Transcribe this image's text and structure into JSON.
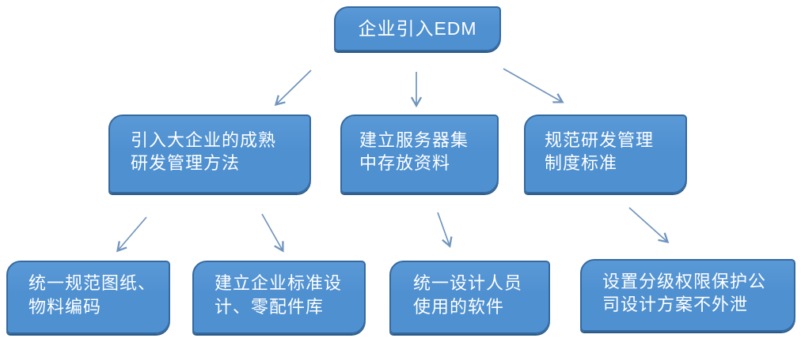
{
  "diagram": {
    "type": "flowchart",
    "nodes": {
      "root": {
        "label": "企业引入EDM"
      },
      "methods": {
        "label": "引入大企业的成熟\n研发管理方法"
      },
      "server": {
        "label": "建立服务器集\n中存放资料"
      },
      "rules": {
        "label": "规范研发管理\n制度标准"
      },
      "drawing": {
        "label": "统一规范图纸、\n物料编码"
      },
      "library": {
        "label": "建立企业标准设\n计、零配件库"
      },
      "software": {
        "label": "统一设计人员\n使用的软件"
      },
      "security": {
        "label": "设置分级权限保护公\n司设计方案不外泄"
      }
    },
    "edges": [
      {
        "from": "root",
        "to": "methods"
      },
      {
        "from": "root",
        "to": "server"
      },
      {
        "from": "root",
        "to": "rules"
      },
      {
        "from": "methods",
        "to": "drawing"
      },
      {
        "from": "methods",
        "to": "library"
      },
      {
        "from": "server",
        "to": "software"
      },
      {
        "from": "rules",
        "to": "security"
      }
    ],
    "colors": {
      "box_fill": "#4f90d1",
      "box_fill_top": "#5a99d6",
      "box_border": "#35699f",
      "box_edge": "#2b5a87",
      "box_text": "#ffffff",
      "arrow": "#7094bd",
      "background": "#ffffff"
    }
  }
}
